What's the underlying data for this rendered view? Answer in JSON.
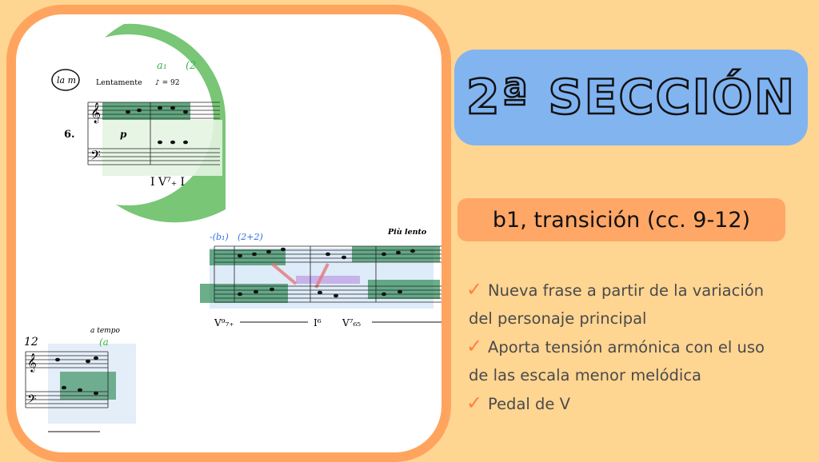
{
  "slide": {
    "title": "2ª SECCIÓN",
    "subtitle": "b1, transición (cc. 9-12)",
    "bullets": [
      {
        "line1": "Nueva frase a partir de la variación",
        "line2": "del personaje principal"
      },
      {
        "line1": "Aporta tensión armónica con el uso",
        "line2": "de las escala menor melódica"
      },
      {
        "line1": "Pedal de V",
        "line2": ""
      }
    ],
    "colors": {
      "background": "#FFD592",
      "frame": "#FFA45E",
      "title_box": "#82B4F0",
      "subtitle_box": "#FFA766",
      "check": "#FF7F3F",
      "magnifier": "#79C676"
    }
  },
  "score": {
    "excerpt1": {
      "key_note": "la m",
      "tempo": "Lentamente",
      "metronome": "♪ = 92",
      "measure": "6.",
      "dynamic": "p",
      "harmony": "I  V⁷₊  I",
      "annotation": "a₁",
      "annotation2": "(2"
    },
    "excerpt2": {
      "annotation": "-(b₁)",
      "grouping": "(2+2)",
      "tempo": "Più lento",
      "harmony1": "V⁹₇₊",
      "harmony2": "I⁶",
      "harmony3": "V⁷₆₅"
    },
    "excerpt3": {
      "measure": "12",
      "tempo": "a tempo",
      "annotation": "(a"
    }
  }
}
